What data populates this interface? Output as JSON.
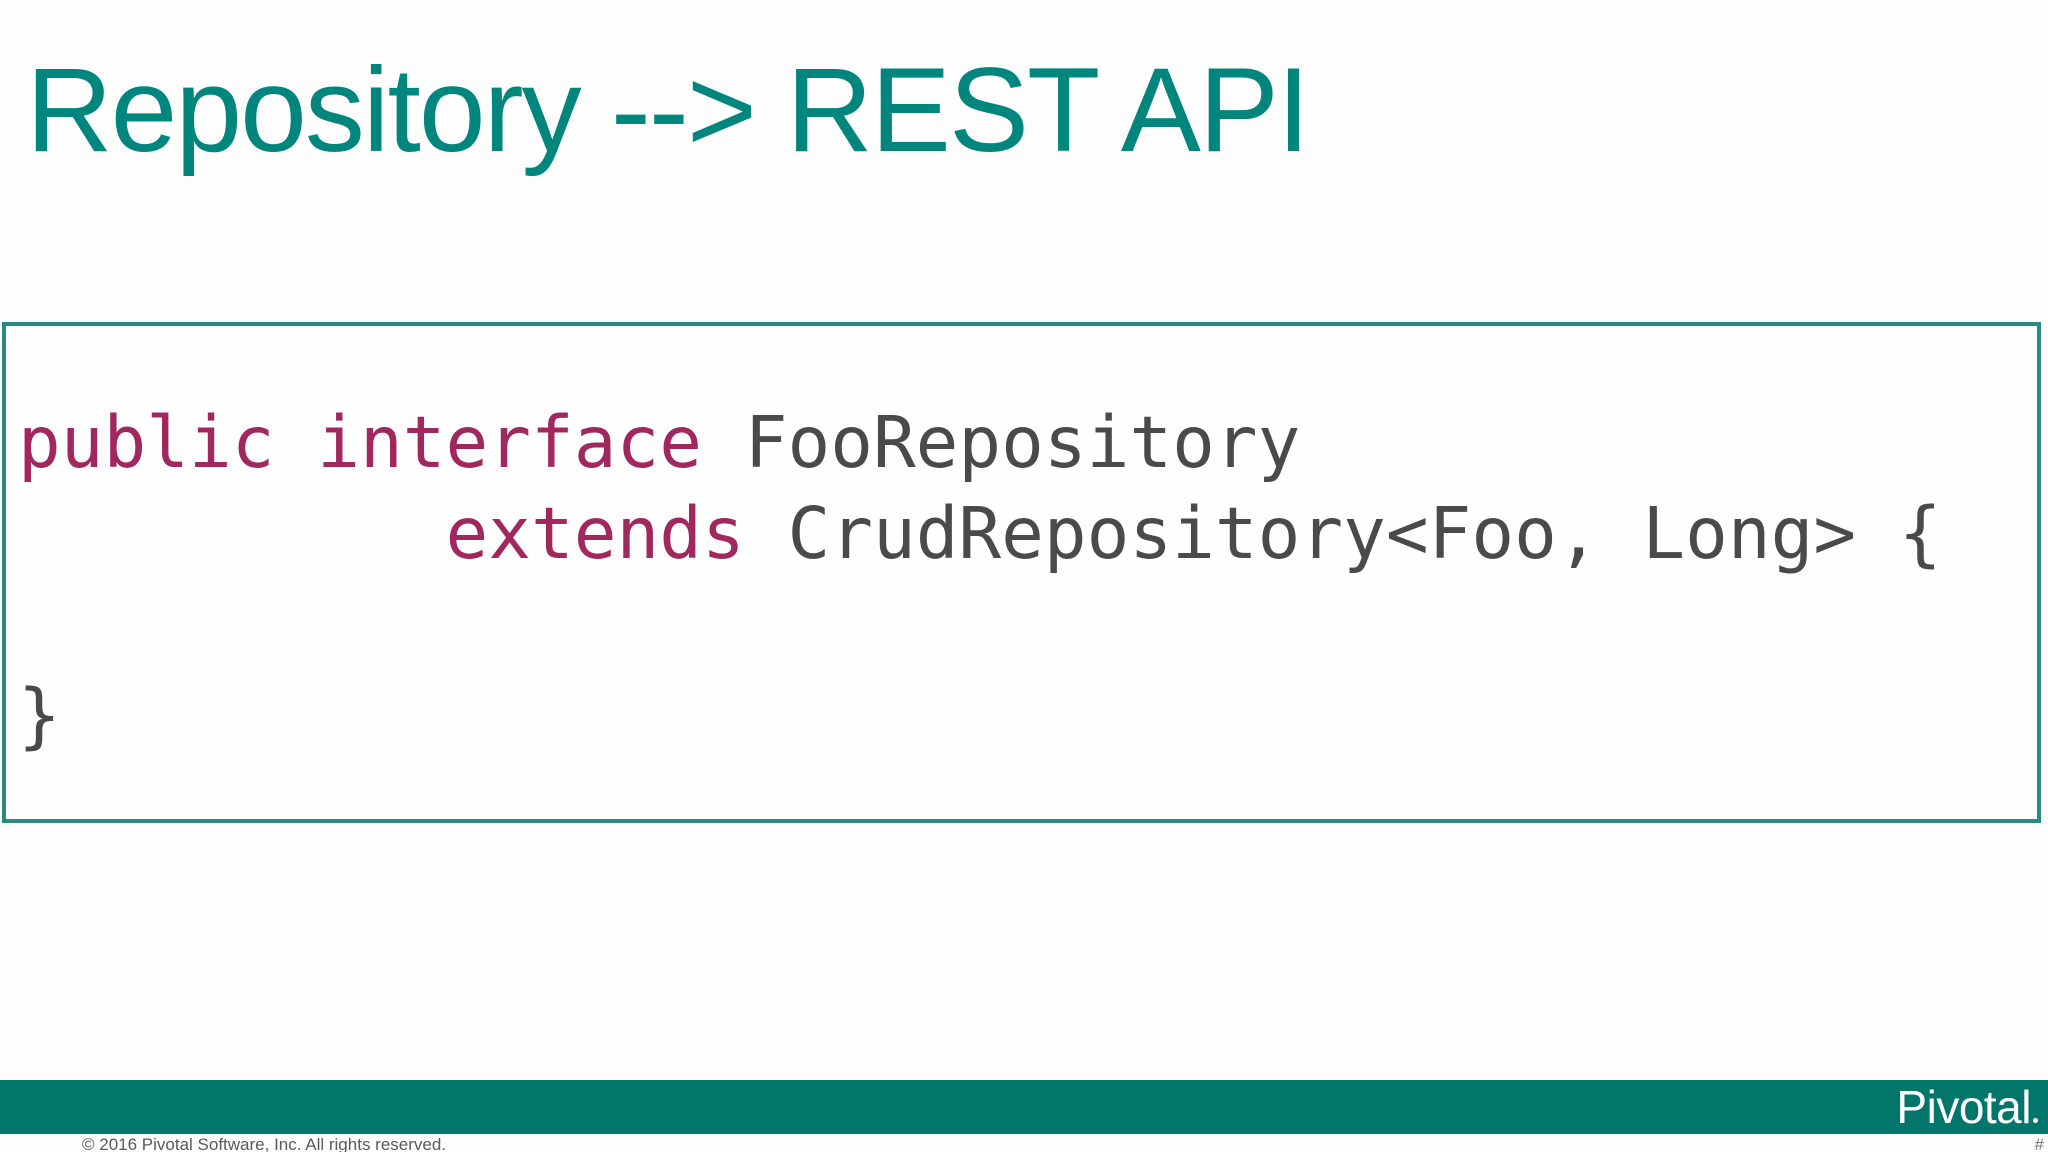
{
  "slide": {
    "title": "Repository --> REST API"
  },
  "code": {
    "line1": {
      "kw1": "public",
      "kw2": "interface",
      "text": "FooRepository"
    },
    "line2": {
      "indent": "          ",
      "kw": "extends",
      "text": "CrudRepository<Foo, Long> {"
    },
    "line4": {
      "text": "}"
    }
  },
  "footer": {
    "logo_text": "Pivotal",
    "copyright": "© 2016 Pivotal Software, Inc. All rights reserved.",
    "page_mark": "#"
  },
  "colors": {
    "title": "#00867d",
    "keyword": "#a0285e",
    "code_text": "#4a4a4a",
    "box_border": "#2a8a83",
    "footer_bar": "#03766b"
  }
}
